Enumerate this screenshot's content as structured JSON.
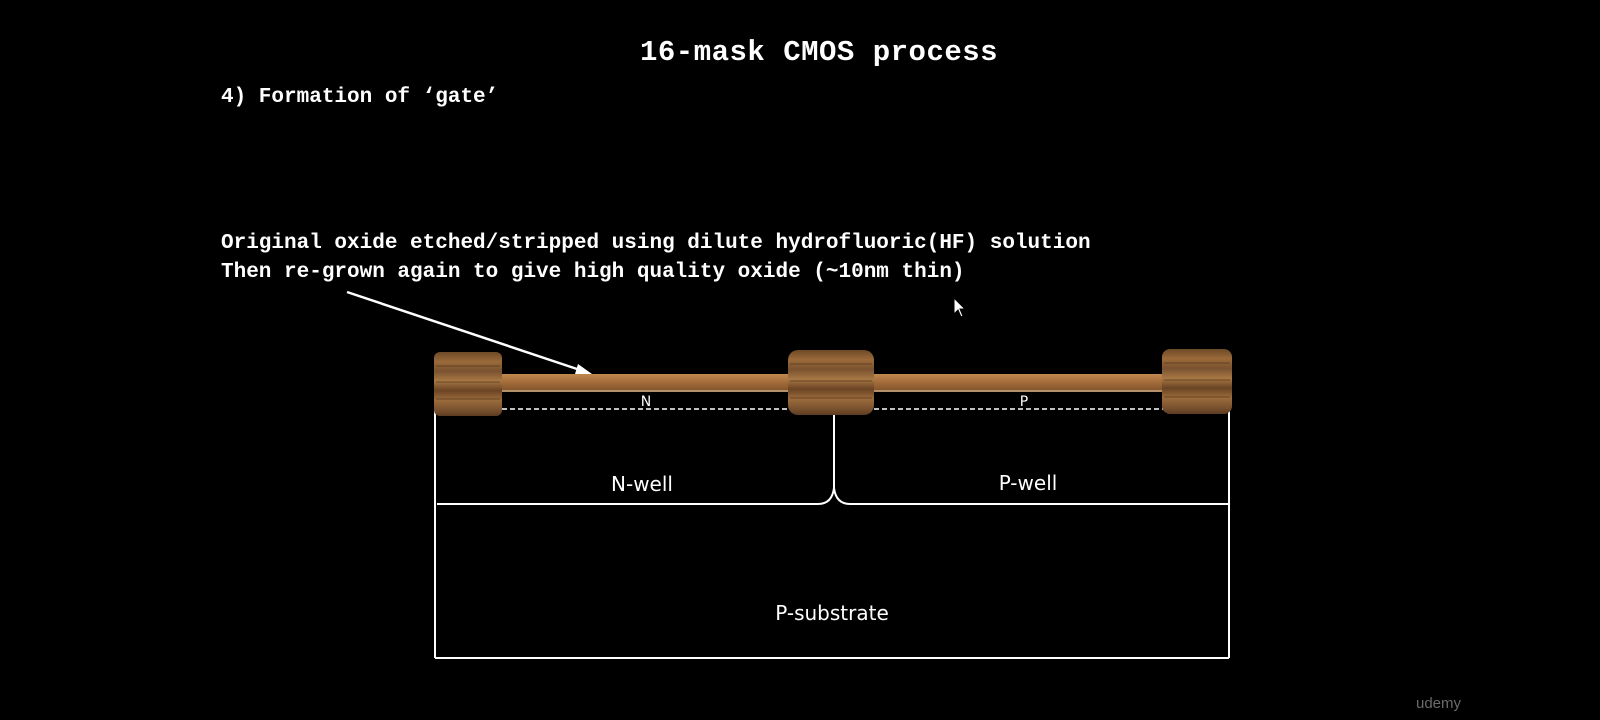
{
  "slide": {
    "title": "16-mask CMOS process",
    "subtitle": "4) Formation of ‘gate’",
    "note_line1": "Original oxide etched/stripped using dilute hydrofluoric(HF) solution",
    "note_line2": "Then re-grown again to give high quality oxide (~10nm thin)"
  },
  "diagram": {
    "n_region_label": "N",
    "p_region_label": "P",
    "n_well_label": "N-well",
    "p_well_label": "P-well",
    "substrate_label": "P-substrate"
  },
  "watermark": "udemy"
}
